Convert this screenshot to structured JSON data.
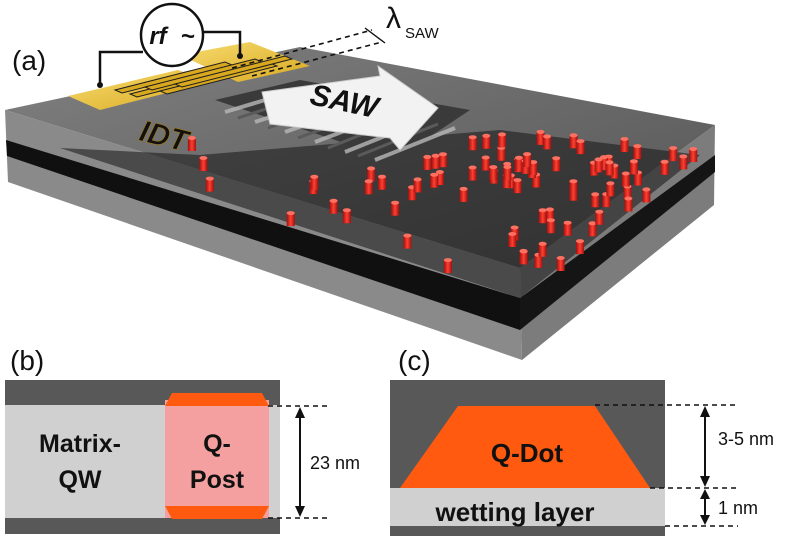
{
  "panel_a": {
    "label": "(a)",
    "rf_label": "rf",
    "rf_symbol": "~",
    "wavelength_symbol": "λ",
    "wavelength_subscript": "SAW",
    "saw_label": "SAW",
    "idt_label": "IDT"
  },
  "panel_b": {
    "label": "(b)",
    "matrix_line1": "Matrix-",
    "matrix_line2": "QW",
    "post_line1": "Q-",
    "post_line2": "Post",
    "thickness": "23 nm"
  },
  "panel_c": {
    "label": "(c)",
    "dot_label": "Q-Dot",
    "wetting_label": "wetting layer",
    "dot_height": "3-5 nm",
    "wetting_thickness": "1 nm"
  },
  "colors": {
    "barrier": "#585858",
    "quantum_well": "#d0d0d0",
    "q_post": "#f4a0a0",
    "q_post_caps": "#ff5a10",
    "q_dot": "#ff5a10",
    "idt_gold": "#f0c840",
    "dots_red": "#d8241c"
  }
}
